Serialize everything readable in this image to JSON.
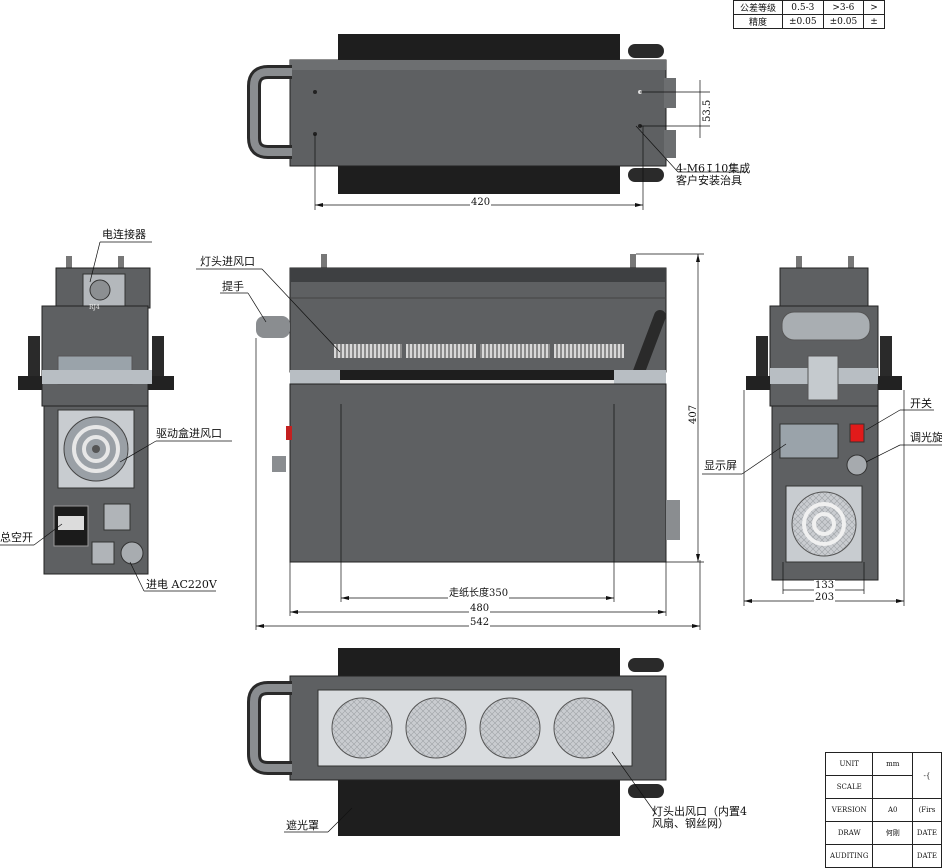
{
  "tolerance_table": {
    "header": [
      "公差等级",
      "0.5-3",
      ">3-6",
      ">"
    ],
    "row": [
      "精度",
      "±0.05",
      "±0.05",
      "±"
    ]
  },
  "title_block": {
    "rows": [
      {
        "label": "UNIT",
        "value": "mm",
        "extra": ""
      },
      {
        "label": "SCALE",
        "value": "",
        "extra": "-{"
      },
      {
        "label": "VERSION",
        "value": "A0",
        "extra": "(Firs"
      },
      {
        "label": "DRAW",
        "value": "何刚",
        "extra": "DATE"
      },
      {
        "label": "AUDITING",
        "value": "",
        "extra": "DATE"
      }
    ]
  },
  "labels": {
    "mount_holes": "4-M6↧10集成",
    "mount_holes_2": "客户安装治具",
    "connector": "电连接器",
    "lamp_inlet": "灯头进风口",
    "handle": "提手",
    "driver_inlet": "驱动盒进风口",
    "main_switch": "总空开",
    "power_in": "进电 AC220V",
    "switch": "开关",
    "dimmer": "调光旋",
    "display": "显示屏",
    "shade": "遮光罩",
    "lamp_outlet": "灯头出风口（内置4",
    "lamp_outlet_2": "风扇、钢丝网）",
    "connector_tag": "RJ4"
  },
  "dimensions": {
    "top_width": "420",
    "top_offset": "53.5",
    "paper_length": "走纸长度350",
    "front_width": "480",
    "overall_width": "542",
    "height": "407",
    "side_inner": "133",
    "side_width": "203"
  },
  "colors": {
    "body": "#5e6062",
    "body_dark": "#3e4042",
    "shade": "#1e1e1e",
    "switch_red": "#e11a1a",
    "panel": "#9aa3aa"
  }
}
